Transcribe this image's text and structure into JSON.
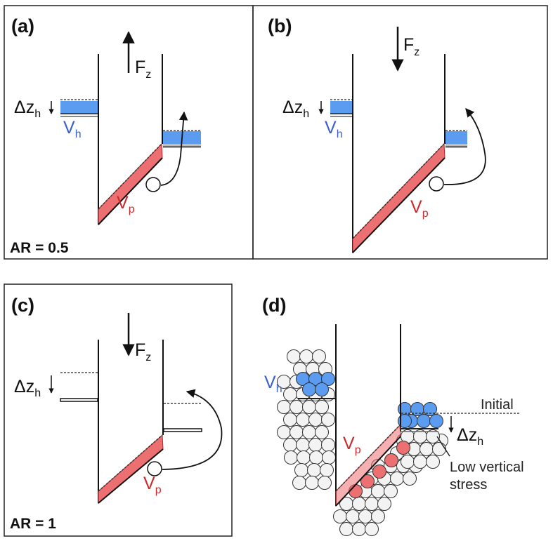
{
  "colors": {
    "water_blue": "#5b9cf0",
    "pink": "#ec6f72",
    "pink_dark": "#b8262b",
    "label_blue": "#3a5fd0",
    "label_red": "#cc2a2a",
    "particle": "#f3f3f3"
  },
  "panels": {
    "a": {
      "label": "(a)",
      "ar": "AR = 0.5",
      "force_var": "F",
      "force_sub": "z",
      "dz_var": "Δz",
      "dz_sub": "h",
      "vh_var": "V",
      "vh_sub": "h",
      "vp_var": "V",
      "vp_sub": "p"
    },
    "b": {
      "label": "(b)",
      "force_var": "F",
      "force_sub": "z",
      "dz_var": "Δz",
      "dz_sub": "h",
      "vh_var": "V",
      "vh_sub": "h",
      "vp_var": "V",
      "vp_sub": "p"
    },
    "c": {
      "label": "(c)",
      "ar": "AR = 1",
      "force_var": "F",
      "force_sub": "z",
      "dz_var": "Δz",
      "dz_sub": "h",
      "vp_var": "V",
      "vp_sub": "p"
    },
    "d": {
      "label": "(d)",
      "vh_var": "V",
      "vh_sub": "h",
      "vp_var": "V",
      "vp_sub": "p",
      "dz_var": "Δz",
      "dz_sub": "h",
      "initial": "Initial",
      "stress_line1": "Low vertical",
      "stress_line2": "stress"
    }
  }
}
